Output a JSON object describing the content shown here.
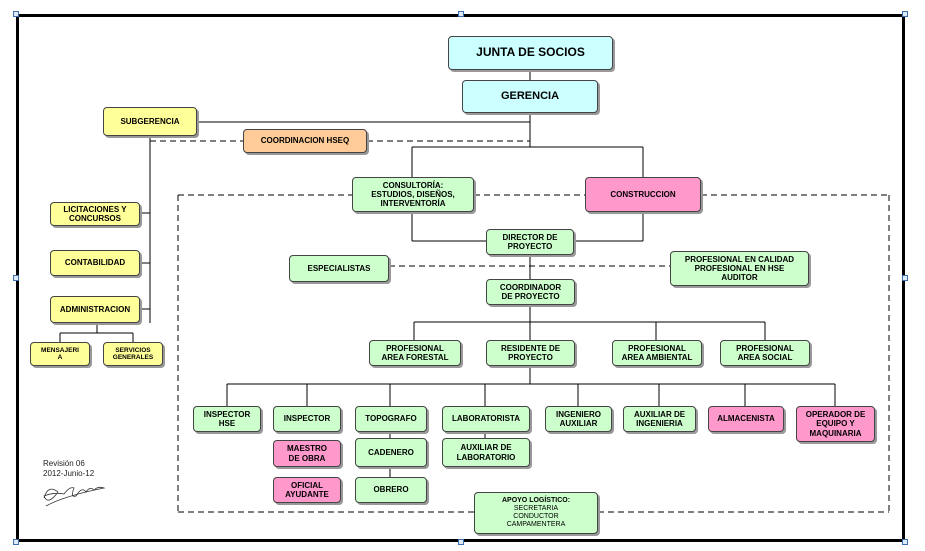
{
  "nodes": {
    "junta": "JUNTA DE SOCIOS",
    "gerencia": "GERENCIA",
    "subgerencia": "SUBGERENCIA",
    "coord_hseq": "COORDINACION HSEQ",
    "licitaciones": "LICITACIONES Y\nCONCURSOS",
    "contabilidad": "CONTABILIDAD",
    "administracion": "ADMINISTRACION",
    "mensajeria": "MENSAJERI\nA",
    "servicios": "SERVICIOS\nGENERALES",
    "consultoria": "CONSULTORÍA:\nESTUDIOS, DISEÑOS,\nINTERVENTORÍA",
    "construccion": "CONSTRUCCION",
    "director": "DIRECTOR DE\nPROYECTO",
    "especialistas": "ESPECIALISTAS",
    "prof_calidad": "PROFESIONAL EN CALIDAD\nPROFESIONAL EN HSE\nAUDITOR",
    "coordinador": "COORDINADOR\nDE PROYECTO",
    "prof_forestal": "PROFESIONAL\nAREA FORESTAL",
    "residente": "RESIDENTE DE\nPROYECTO",
    "prof_ambiental": "PROFESIONAL\nAREA AMBIENTAL",
    "prof_social": "PROFESIONAL\nAREA SOCIAL",
    "inspector_hse": "INSPECTOR\nHSE",
    "inspector": "INSPECTOR",
    "topografo": "TOPOGRAFO",
    "laboratorista": "LABORATORISTA",
    "ingeniero_aux": "INGENIERO\nAUXILIAR",
    "aux_ingenieria": "AUXILIAR DE\nINGENIERIA",
    "almacenista": "ALMACENISTA",
    "operador": "OPERADOR DE\nEQUIPO Y\nMAQUINARIA",
    "maestro": "MAESTRO\nDE OBRA",
    "cadenero": "CADENERO",
    "aux_lab": "AUXILIAR  DE\nLABORATORIO",
    "oficial": "OFICIAL\nAYUDANTE",
    "obrero": "OBRERO",
    "apoyo_title": "APOYO LOGÍSTICO:",
    "apoyo_items": "SECRETARIA\nCONDUCTOR\nCAMPAMENTERA"
  },
  "revision": {
    "line1": "Revisión 06",
    "line2": "2012-Junio-12"
  },
  "colors": {
    "cyan": "#ccffff",
    "yellow": "#ffff99",
    "green": "#ccffcc",
    "pink": "#ff99cc",
    "orange": "#ffcc99"
  }
}
